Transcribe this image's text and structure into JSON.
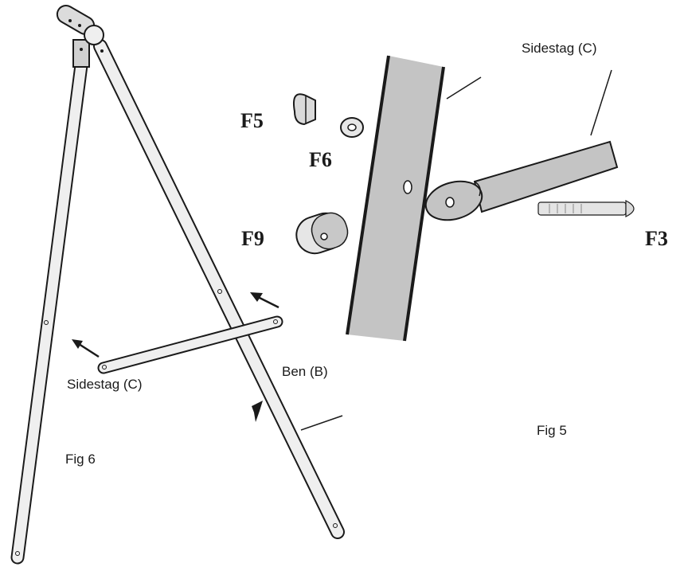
{
  "labels": {
    "sidestag_top": "Sidestag  (C)",
    "sidestag_left": "Sidestag  (C)",
    "ben": "Ben (B)",
    "fig5": "Fig 5",
    "fig6": "Fig 6",
    "f5": "F5",
    "f6": "F6",
    "f9": "F9",
    "f3": "F3"
  },
  "colors": {
    "ink": "#1a1a1a",
    "part_fill": "#c4c4c4",
    "light_fill": "#e6e6e6"
  }
}
